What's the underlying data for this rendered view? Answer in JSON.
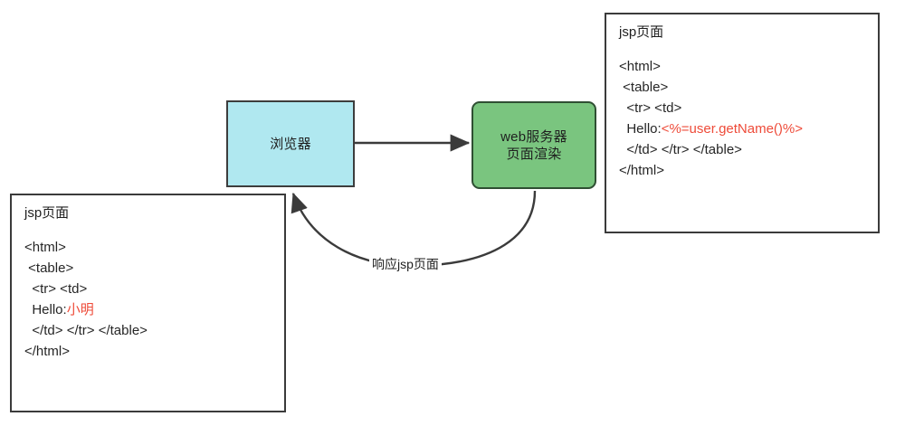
{
  "diagram": {
    "title": "jsp page rendering flow",
    "colors": {
      "browser_fill": "#b0e8f0",
      "server_fill": "#7ac57f",
      "stroke": "#3b3b3b",
      "accent_red": "#ee4b39",
      "text": "#1f1f1f",
      "background": "#ffffff"
    },
    "nodes": {
      "browser": {
        "label": "浏览器",
        "shape": "rectangle"
      },
      "server": {
        "label": "web服务器\n页面渲染",
        "shape": "rounded-rectangle"
      }
    },
    "edges": [
      {
        "id": "request",
        "from": "browser",
        "to": "server",
        "label": "",
        "style": "straight-arrow"
      },
      {
        "id": "response",
        "from": "server",
        "to": "browser",
        "label": "响应jsp页面",
        "style": "curved-arrow"
      }
    ],
    "panels": {
      "source": {
        "title": "jsp页面",
        "lines": [
          {
            "text": "<html>",
            "accent": ""
          },
          {
            "text": " <table>",
            "accent": ""
          },
          {
            "text": "  <tr> <td>",
            "accent": ""
          },
          {
            "text": "  Hello:",
            "accent": "<%=user.getName()%>"
          },
          {
            "text": "  </td> </tr> </table>",
            "accent": ""
          },
          {
            "text": "</html>",
            "accent": ""
          }
        ]
      },
      "rendered": {
        "title": "jsp页面",
        "lines": [
          {
            "text": "<html>",
            "accent": ""
          },
          {
            "text": " <table>",
            "accent": ""
          },
          {
            "text": "  <tr> <td>",
            "accent": ""
          },
          {
            "text": "  Hello:",
            "accent": "小明"
          },
          {
            "text": "  </td> </tr> </table>",
            "accent": ""
          },
          {
            "text": "</html>",
            "accent": ""
          }
        ]
      }
    }
  }
}
